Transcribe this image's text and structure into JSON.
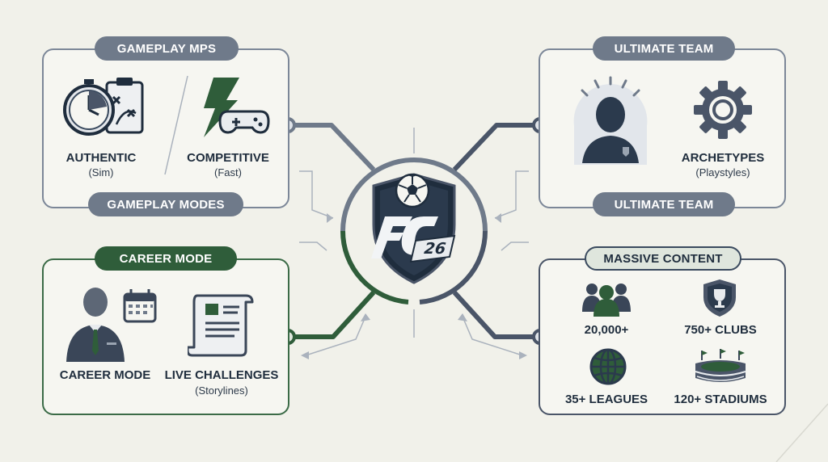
{
  "colors": {
    "navy": "#1f2d3d",
    "slate": "#4a5568",
    "gray": "#6f7a8a",
    "green": "#2f5d3a",
    "background": "#f1f1ea"
  },
  "top_left": {
    "header": "GAMEPLAY MPS",
    "footer": "GAMEPLAY MODES",
    "items": [
      {
        "label": "AUTHENTIC",
        "sub": "(Sim)",
        "icon": "stopwatch-tactics-icon"
      },
      {
        "label": "COMPETITIVE",
        "sub": "(Fast)",
        "icon": "lightning-controller-icon"
      }
    ]
  },
  "top_right": {
    "header": "ULTIMATE TEAM",
    "footer": "ULTIMATE TEAM",
    "items": [
      {
        "label": "",
        "sub": "",
        "icon": "player-silhouette-icon"
      },
      {
        "label": "ARCHETYPES",
        "sub": "(Playstyles)",
        "icon": "gear-icon"
      }
    ]
  },
  "bottom_left": {
    "header": "CAREER MODE",
    "items": [
      {
        "label": "CAREER MODE",
        "sub": "",
        "icon": "manager-calendar-icon"
      },
      {
        "label": "LIVE CHALLENGES",
        "sub": "(Storylines)",
        "icon": "scroll-document-icon"
      }
    ]
  },
  "bottom_right": {
    "header": "MASSIVE CONTENT",
    "items": [
      {
        "label": "20,000+",
        "icon": "players-group-icon"
      },
      {
        "label": "750+ CLUBS",
        "icon": "shield-trophy-icon"
      },
      {
        "label": "35+ LEAGUES",
        "icon": "globe-icon"
      },
      {
        "label": "120+ STADIUMS",
        "icon": "stadium-icon"
      }
    ]
  },
  "center": {
    "logo_text": "FC",
    "logo_number": "26",
    "icon": "soccer-ball-icon"
  }
}
